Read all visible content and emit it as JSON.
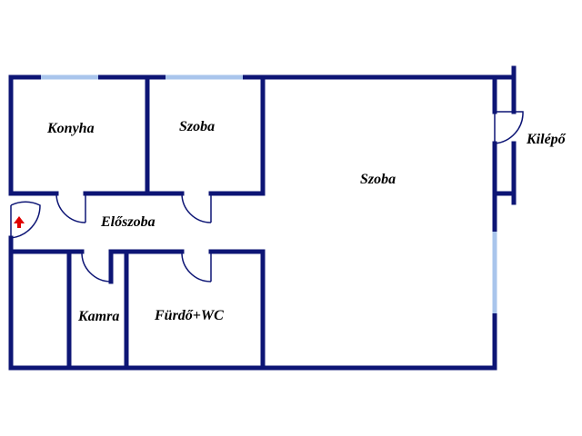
{
  "rooms": {
    "konyha": "Konyha",
    "szoba_small": "Szoba",
    "szoba_large": "Szoba",
    "kilepo": "Kilépő",
    "eloszoba": "Előszoba",
    "kamra": "Kamra",
    "furdo_wc": "Fürdő+WC"
  },
  "icons": {
    "entrance": "arrow-up-icon"
  },
  "colors": {
    "wall": "#0d1575",
    "window": "#a9c5ec",
    "entrance_arrow": "#e00000"
  }
}
